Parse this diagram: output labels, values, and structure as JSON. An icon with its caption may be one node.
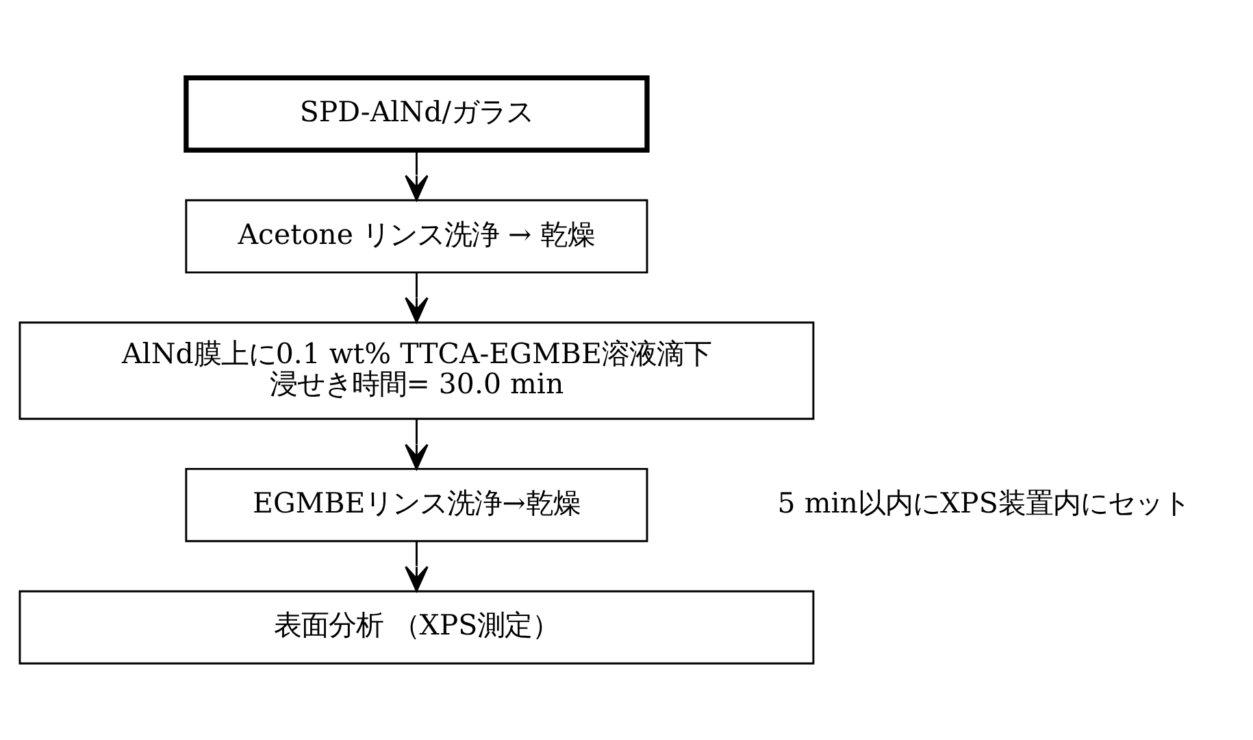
{
  "diagram": {
    "nodes": [
      {
        "text": [
          "SPD-AlNd/ガラス"
        ]
      },
      {
        "text": [
          "Acetone リンス洗浄 → 乾燥"
        ]
      },
      {
        "text": [
          "AlNd膜上に0.1 wt% TTCA-EGMBE溶液滴下",
          "浸せき時間= 30.0 min"
        ]
      },
      {
        "text": [
          "EGMBEリンス洗浄→乾燥"
        ]
      },
      {
        "text": [
          "表面分析 （XPS測定）"
        ]
      }
    ],
    "edges": [
      {
        "from": 0,
        "to": 1,
        "arrow": "to"
      },
      {
        "from": 1,
        "to": 2,
        "arrow": "to"
      },
      {
        "from": 2,
        "to": 3,
        "arrow": "to"
      },
      {
        "from": 3,
        "to": 4,
        "arrow": "to"
      }
    ],
    "labels": [
      "5 min以内にXPS装置内にセット"
    ]
  }
}
